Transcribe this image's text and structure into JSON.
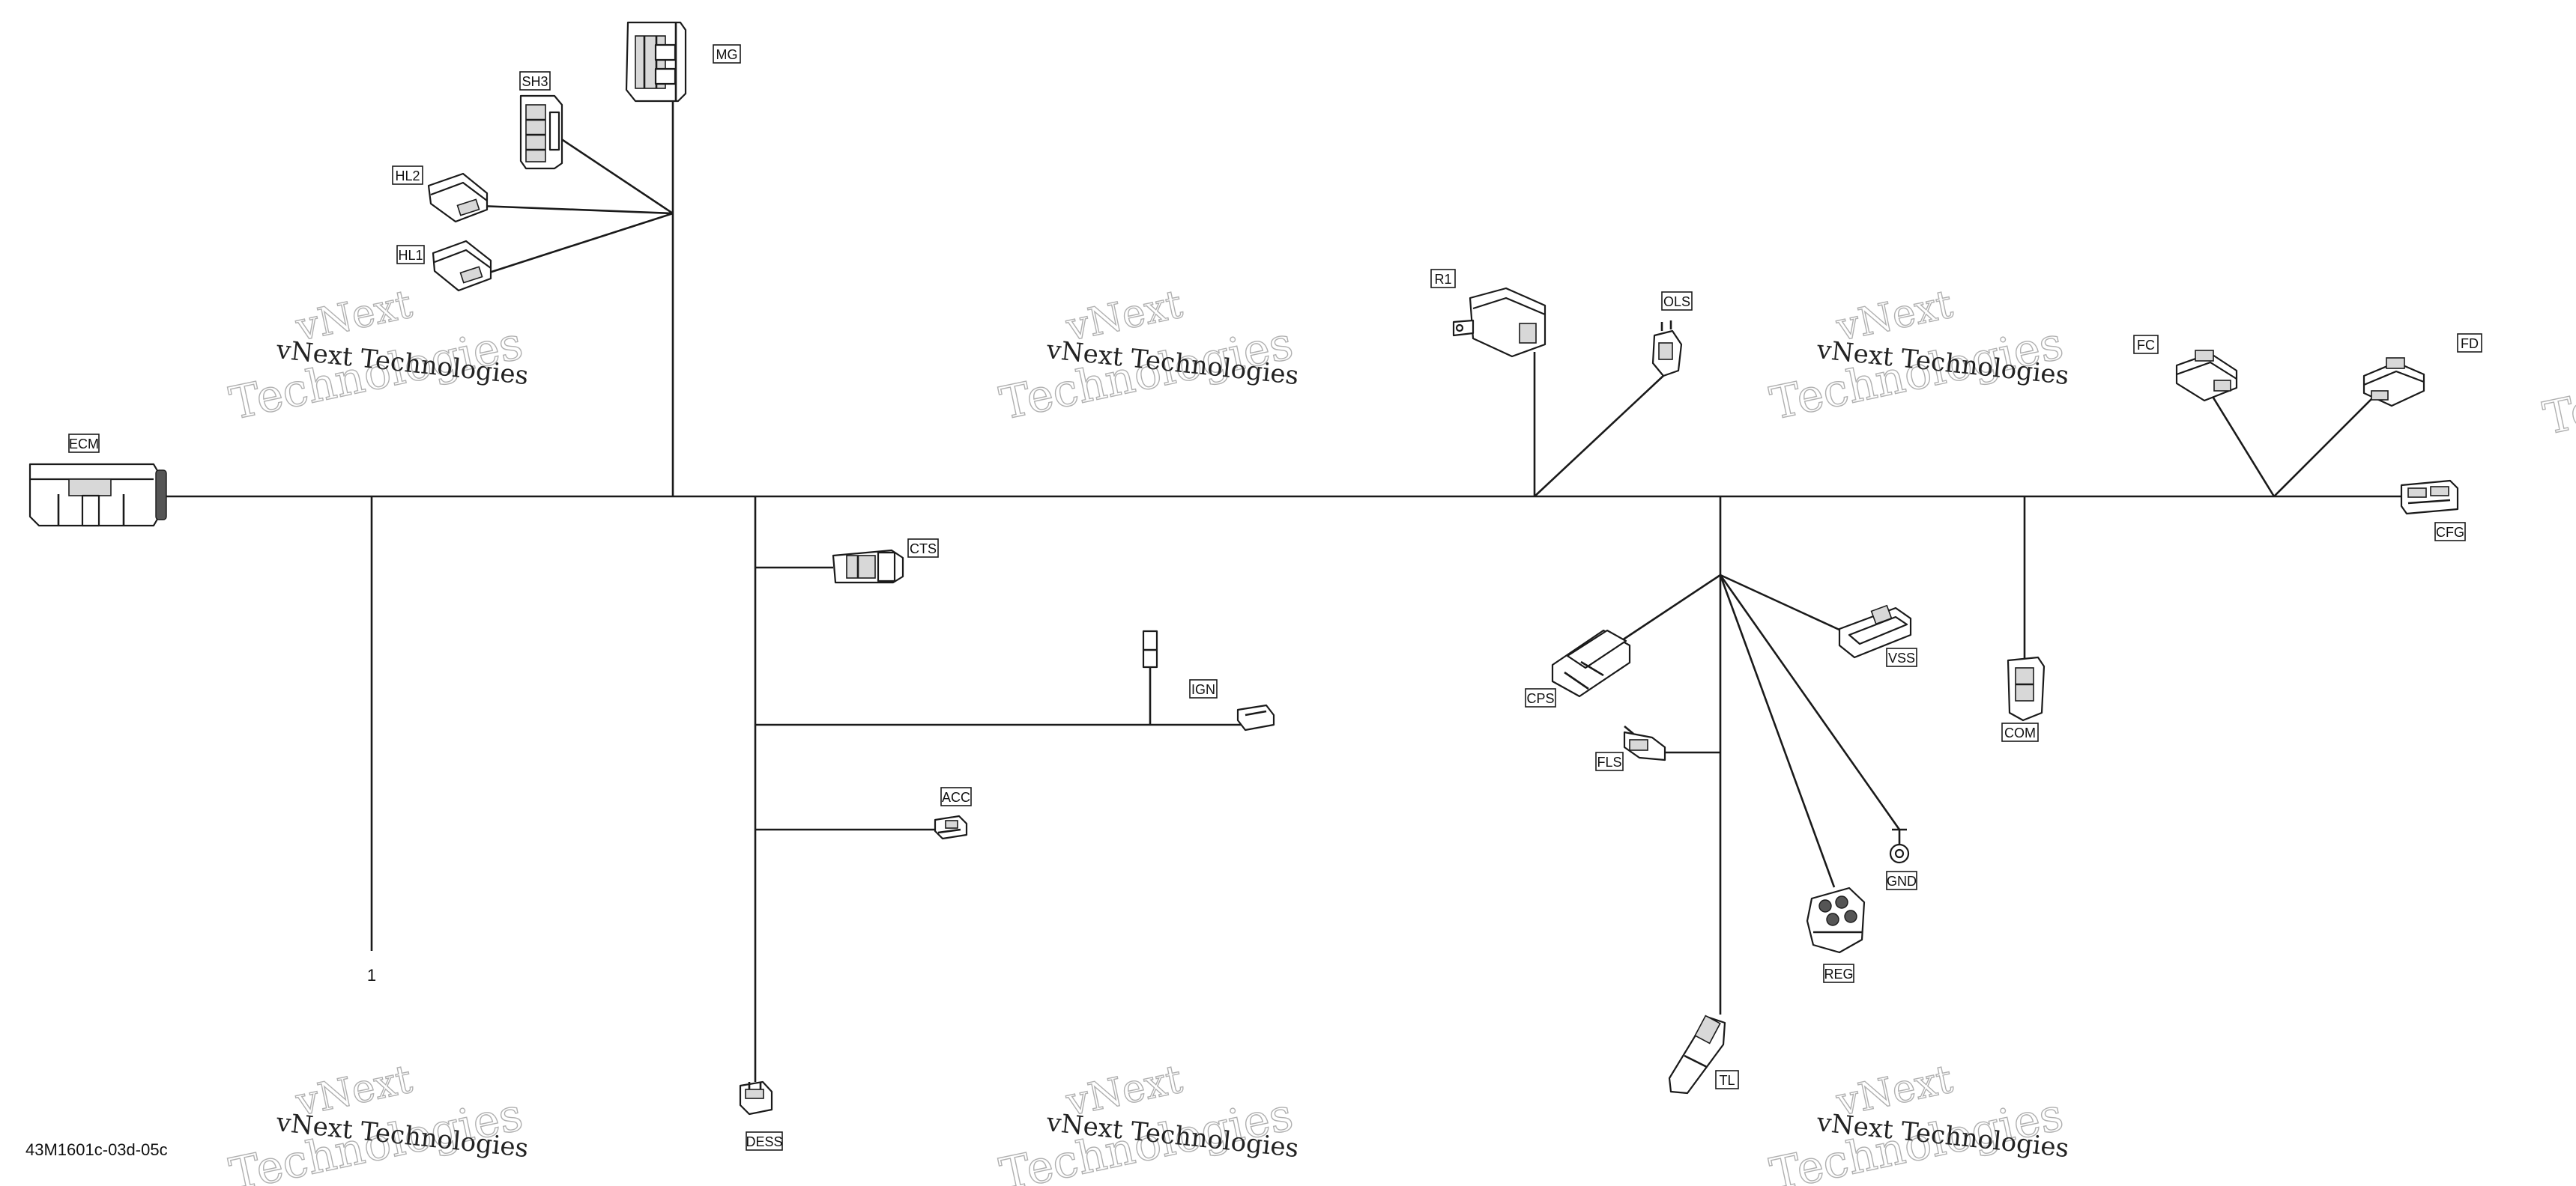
{
  "labels": {
    "MG": "MG",
    "SH3": "SH3",
    "HL2": "HL2",
    "HL1": "HL1",
    "ECM": "ECM",
    "CTS": "CTS",
    "IGN": "IGN",
    "ACC": "ACC",
    "DESS": "DESS",
    "R1": "R1",
    "OLS": "OLS",
    "CPS": "CPS",
    "FLS": "FLS",
    "VSS": "VSS",
    "GND": "GND",
    "REG": "REG",
    "TL": "TL",
    "COM": "COM",
    "FC": "FC",
    "FD": "FD",
    "CFG": "CFG"
  },
  "branch_number": "1",
  "part_code": "43M1601c-03d-05c",
  "watermark": {
    "line1": "vNext",
    "line2": "Technologies",
    "compact": "vNext Technologies"
  }
}
